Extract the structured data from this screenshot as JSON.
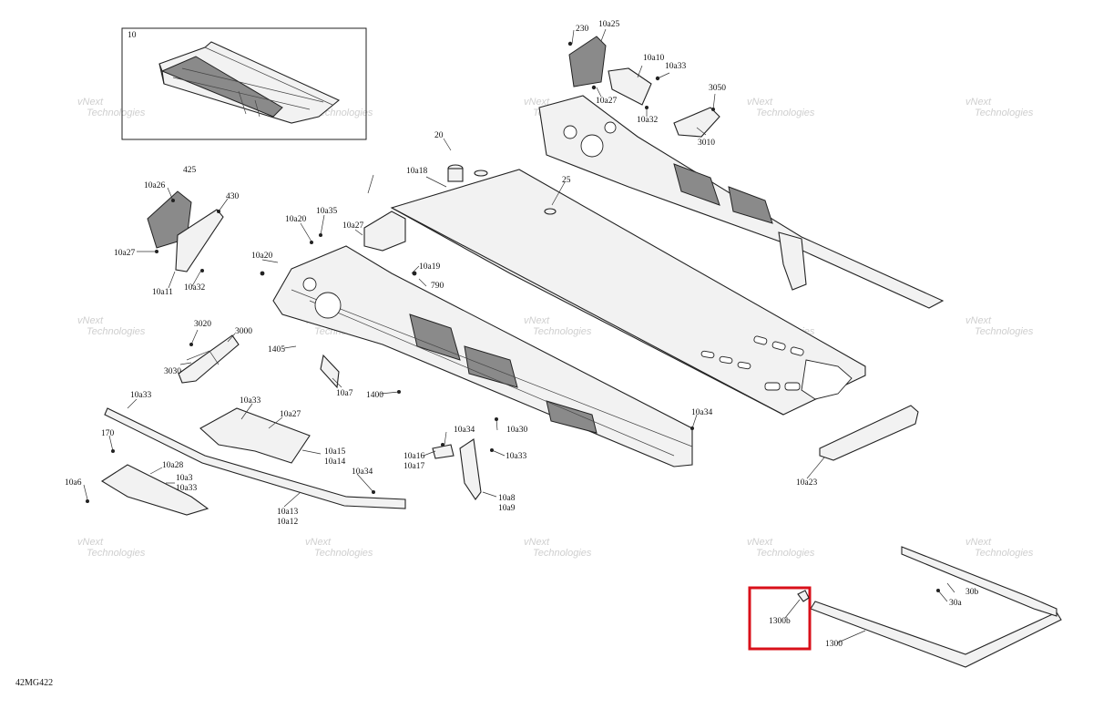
{
  "diagram": {
    "drawing_code": "42MG422",
    "inset_label": "10",
    "highlight_color": "#d9101a",
    "watermark": {
      "line1": "vNext",
      "line2": "Technologies"
    },
    "callouts": [
      "10",
      "230",
      "10a25",
      "10a10",
      "10a33",
      "10a27",
      "10a32",
      "3050",
      "3010",
      "20",
      "10a18",
      "25",
      "425",
      "10a26",
      "430",
      "10a27",
      "10a11",
      "10a32",
      "10a20",
      "10a35",
      "10a27",
      "10a20",
      "10a19",
      "790",
      "3020",
      "3000",
      "3030",
      "1405",
      "10a7",
      "1400",
      "10a33",
      "170",
      "10a33",
      "10a27",
      "10a15",
      "10a14",
      "10a28",
      "10a6",
      "10a3",
      "10a33",
      "10a34",
      "10a13",
      "10a12",
      "10a34",
      "10a30",
      "10a16",
      "10a17",
      "10a33",
      "10a8",
      "10a9",
      "10a34",
      "10a23",
      "30b",
      "30a",
      "1300b",
      "1300"
    ]
  }
}
